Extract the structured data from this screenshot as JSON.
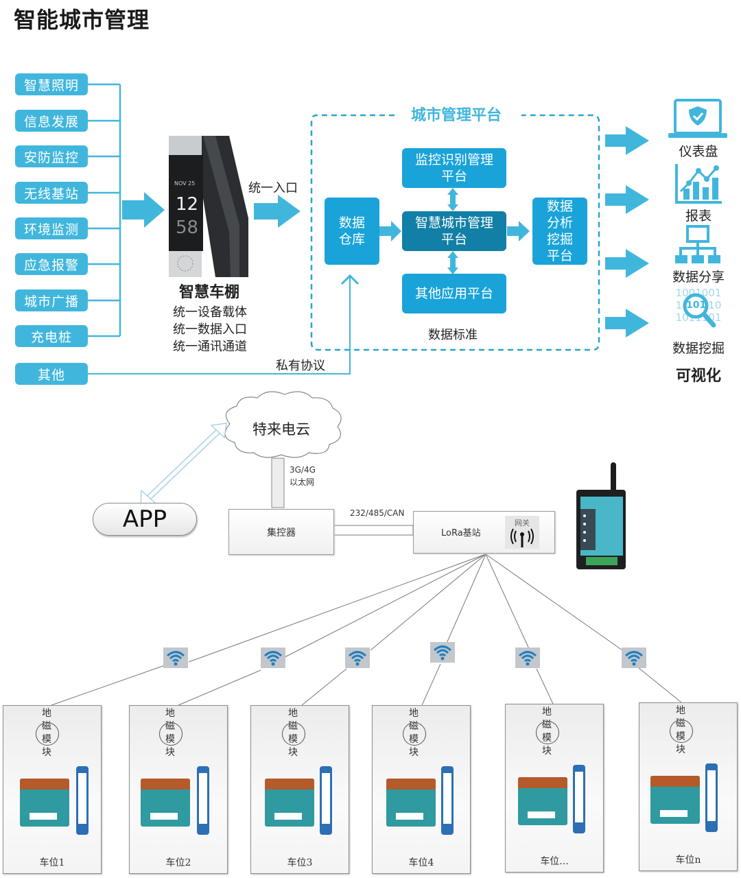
{
  "title": "智能城市管理",
  "colors": {
    "accent": "#41b6dd",
    "platform_box": "#1aa3d9",
    "platform_core": "#127fa6"
  },
  "categories": [
    {
      "label": "智慧照明"
    },
    {
      "label": "信息发展"
    },
    {
      "label": "安防监控"
    },
    {
      "label": "无线基站"
    },
    {
      "label": "环境监测"
    },
    {
      "label": "应急报警"
    },
    {
      "label": "城市广播"
    },
    {
      "label": "充电桩"
    },
    {
      "label": "其他"
    }
  ],
  "device": {
    "screen_date": "NOV 25",
    "screen_hour": "12",
    "screen_minute": "58",
    "name": "智慧车棚",
    "features": [
      "统一设备载体",
      "统一数据入口",
      "统一通讯通道"
    ]
  },
  "unified_entry_label": "统一入口",
  "private_protocol_label": "私有协议",
  "platform": {
    "title": "城市管理平台",
    "data_warehouse": "数据\n仓库",
    "monitoring": "监控识别管理\n平台",
    "core": "智慧城市管理\n平台",
    "other_apps": "其他应用平台",
    "analysis": "数据\n分析\n挖掘\n平台",
    "data_standard": "数据标准"
  },
  "visualization": {
    "items": [
      {
        "label": "仪表盘",
        "icon": "laptop-shield-icon"
      },
      {
        "label": "报表",
        "icon": "chart-report-icon"
      },
      {
        "label": "数据分享",
        "icon": "network-share-icon"
      },
      {
        "label": "数据挖掘",
        "icon": "magnifier-binary-icon"
      }
    ],
    "binary_text": [
      "1001001",
      "1101110",
      "1011101"
    ],
    "magnifier_text": "101",
    "title": "可视化"
  },
  "network": {
    "cloud": "特来电云",
    "app": "APP",
    "uplink": [
      "3G/4G",
      "以太网"
    ],
    "controller": "集控器",
    "bus_label": "232/485/CAN",
    "lora": "LoRa基站",
    "gateway": "网关"
  },
  "slots": [
    {
      "module": [
        "地",
        "磁",
        "模",
        "块"
      ],
      "label": "车位1"
    },
    {
      "module": [
        "地",
        "磁",
        "模",
        "块"
      ],
      "label": "车位2"
    },
    {
      "module": [
        "地",
        "磁",
        "模",
        "块"
      ],
      "label": "车位3"
    },
    {
      "module": [
        "地",
        "磁",
        "模",
        "块"
      ],
      "label": "车位4"
    },
    {
      "module": [
        "地",
        "磁",
        "模",
        "块"
      ],
      "label": "车位..."
    },
    {
      "module": [
        "地",
        "磁",
        "模",
        "块"
      ],
      "label": "车位n"
    }
  ]
}
